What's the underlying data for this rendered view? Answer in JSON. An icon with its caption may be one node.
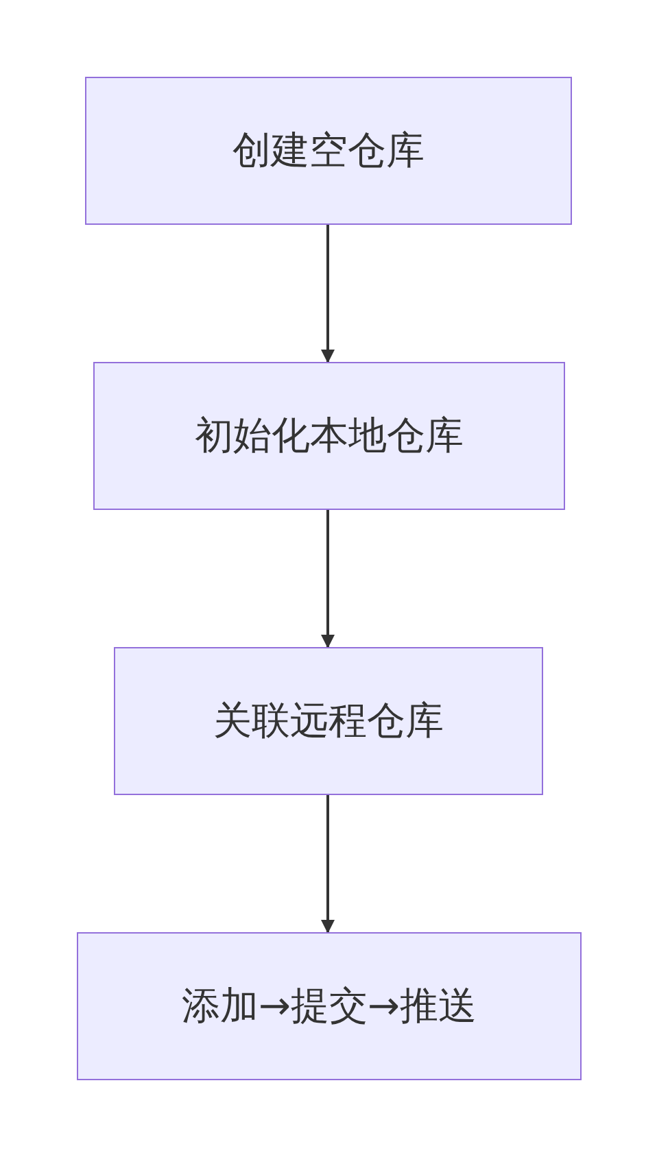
{
  "diagram": {
    "nodes": [
      {
        "text": [
          "创建空仓库"
        ]
      },
      {
        "text": [
          "初始化本地仓库"
        ]
      },
      {
        "text": [
          "关联远程仓库"
        ]
      },
      {
        "text": [
          "添加→提交→推送"
        ]
      }
    ],
    "edges": [
      {
        "from": 0,
        "to": 1,
        "arrow": "to"
      },
      {
        "from": 1,
        "to": 2,
        "arrow": "to"
      },
      {
        "from": 2,
        "to": 3,
        "arrow": "to"
      }
    ]
  }
}
